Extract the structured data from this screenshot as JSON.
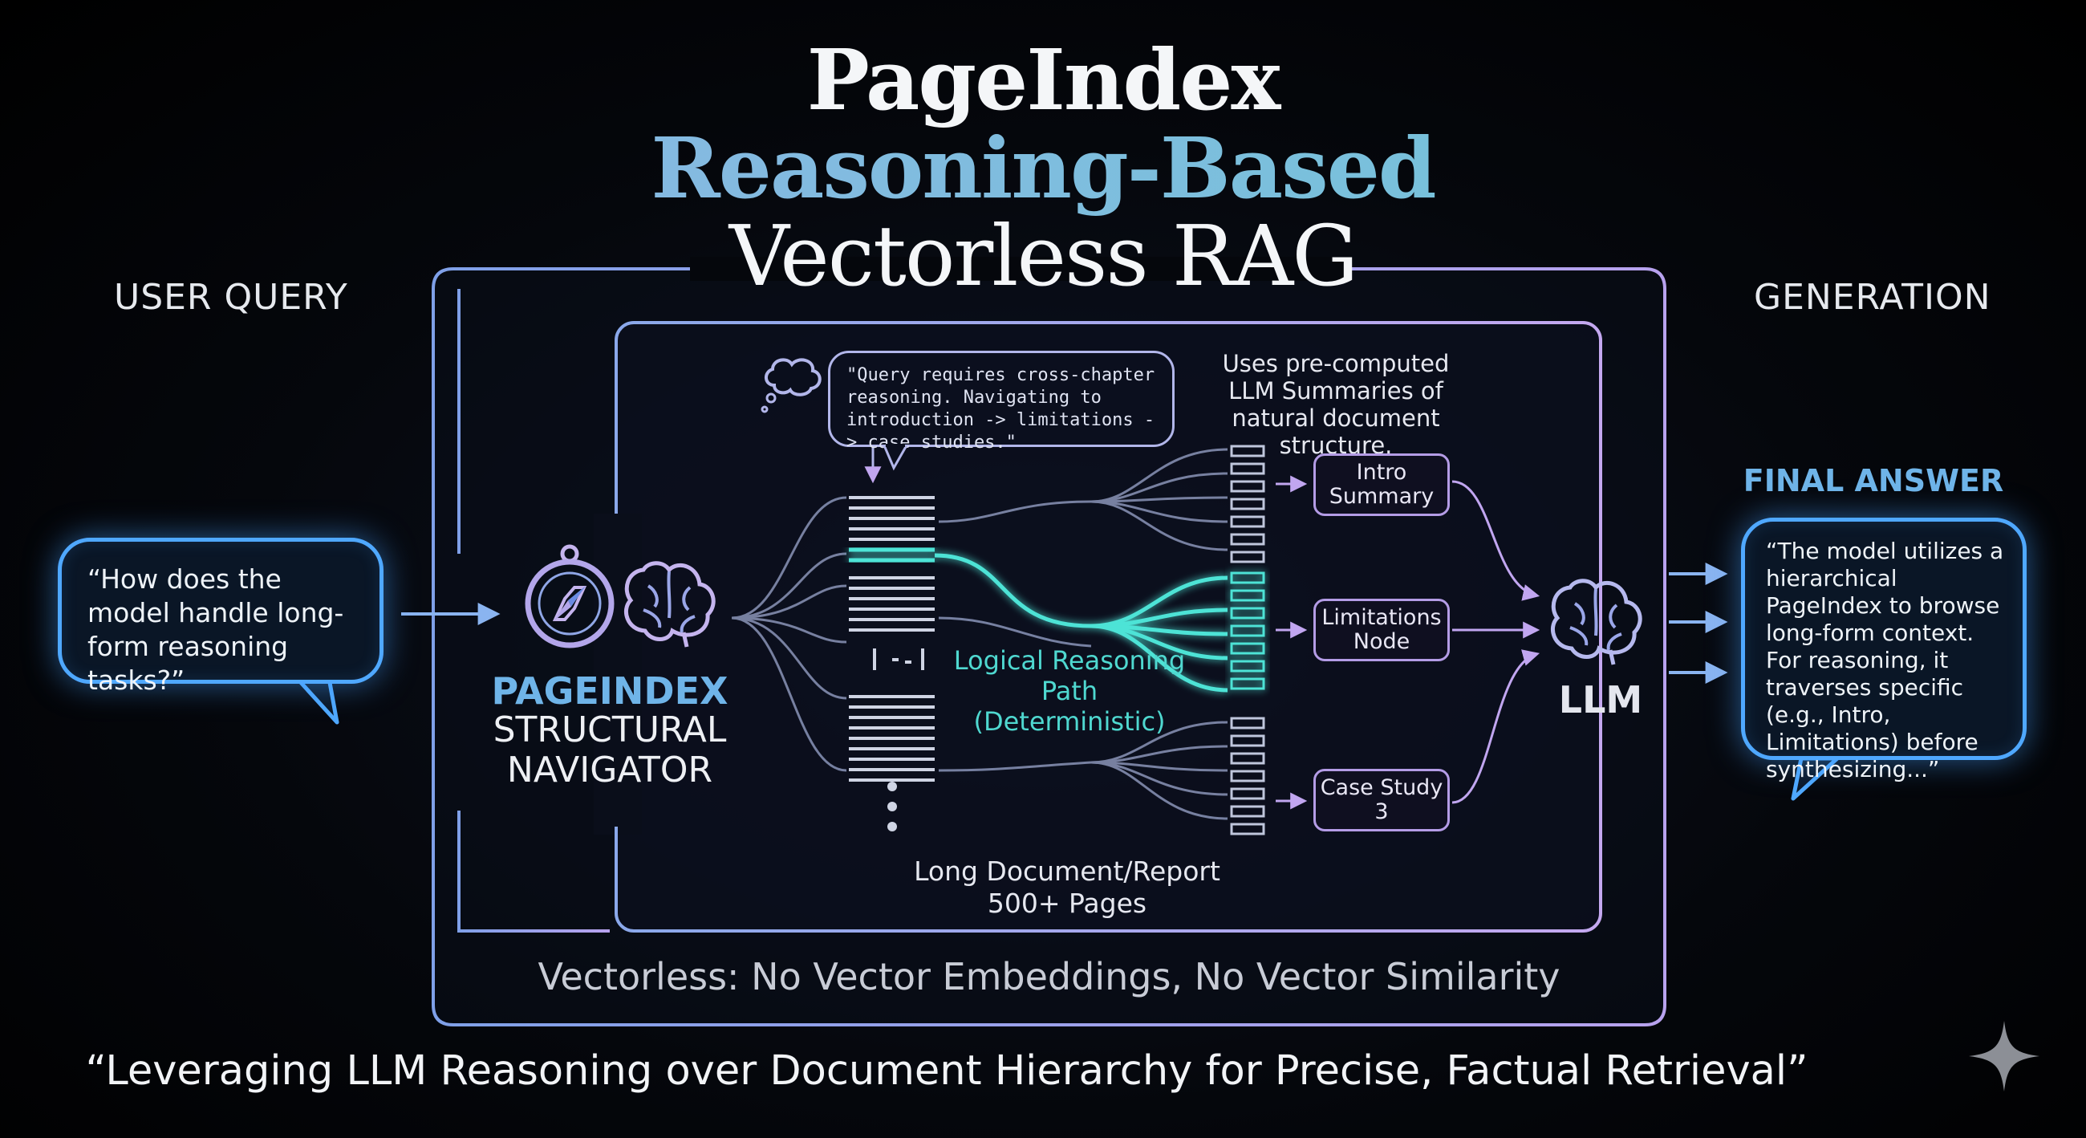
{
  "title": {
    "line1": "PageIndex",
    "line2": "Reasoning-Based",
    "line3": "Vectorless RAG"
  },
  "left": {
    "label": "USER QUERY",
    "query": "“How does the model handle long-form reasoning tasks?”"
  },
  "navigator": {
    "title": "PAGEINDEX",
    "subtitle_1": "STRUCTURAL",
    "subtitle_2": "NAVIGATOR"
  },
  "thought_bubble": "\"Query requires cross-chapter reasoning. Navigating to introduction -> limitations -> case studies.\"",
  "summaries_note": "Uses pre-computed LLM Summaries of natural document structure.",
  "path_label": "Logical Reasoning Path (Deterministic)",
  "document_label": "Long Document/Report 500+ Pages",
  "nodes": [
    {
      "label": "Intro Summary"
    },
    {
      "label": "Limitations Node"
    },
    {
      "label": "Case Study 3"
    }
  ],
  "llm_label": "LLM",
  "right": {
    "label": "GENERATION",
    "answer_title": "FINAL ANSWER",
    "answer": "“The model utilizes a hierarchical PageIndex to browse long-form context. For reasoning, it traverses specific (e.g., Intro, Limitations) before synthesizing...”"
  },
  "footer_note": "Vectorless: No Vector Embeddings, No Vector Similarity",
  "tagline": "“Leveraging LLM Reasoning over Document Hierarchy for Precise, Factual Retrieval”",
  "colors": {
    "accent_blue": "#4fa8ff",
    "accent_cyan": "#4de3d6",
    "accent_purple": "#b49ce6",
    "frame_lavender": "#aab0ee"
  },
  "icons": [
    "thought-cloud-icon",
    "compass-icon",
    "brain-icon",
    "sparkle-icon"
  ]
}
